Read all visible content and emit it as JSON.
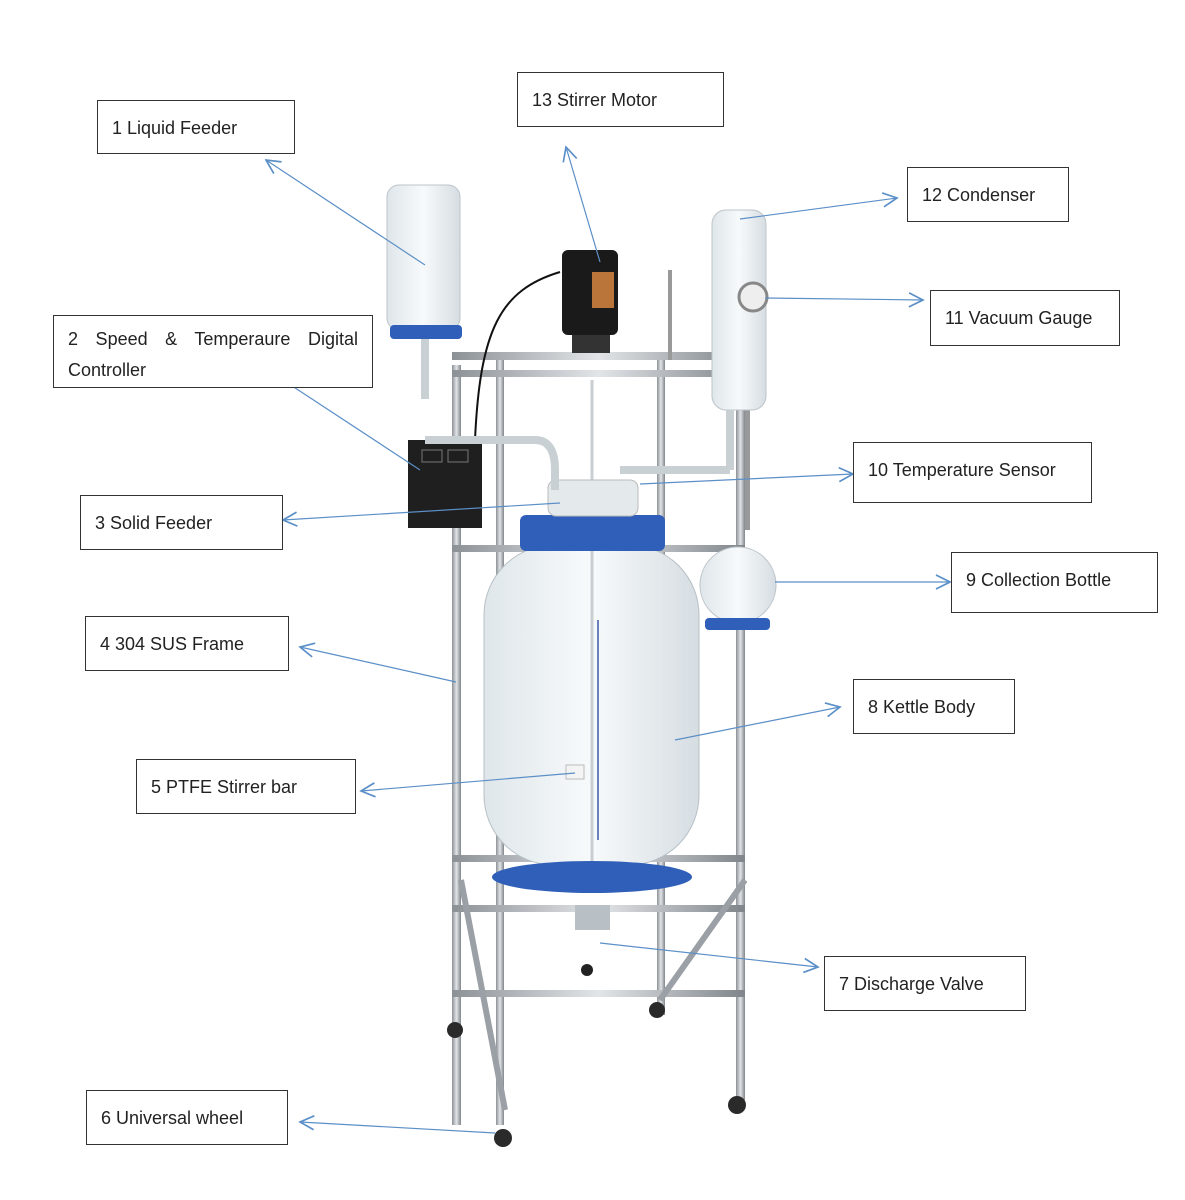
{
  "labels": [
    {
      "id": "liquid-feeder",
      "text": "1 Liquid Feeder"
    },
    {
      "id": "controller",
      "text": "2  Speed  &  Temperaure  Digital Controller"
    },
    {
      "id": "solid-feeder",
      "text": "3 Solid Feeder"
    },
    {
      "id": "frame",
      "text": "4 304 SUS Frame"
    },
    {
      "id": "stirrer-bar",
      "text": "5 PTFE Stirrer bar"
    },
    {
      "id": "universal-wheel",
      "text": "6 Universal wheel"
    },
    {
      "id": "discharge-valve",
      "text": "7 Discharge Valve"
    },
    {
      "id": "kettle-body",
      "text": "8 Kettle Body"
    },
    {
      "id": "collection-bottle",
      "text": "9 Collection Bottle"
    },
    {
      "id": "temperature-sensor",
      "text": "10 Temperature Sensor"
    },
    {
      "id": "vacuum-gauge",
      "text": "11 Vacuum Gauge"
    },
    {
      "id": "condenser",
      "text": "12 Condenser"
    },
    {
      "id": "stirrer-motor",
      "text": "13 Stirrer Motor"
    }
  ],
  "colors": {
    "arrow": "#5b8fc7",
    "flange": "#2f5fb8",
    "frame": "#a9aeb3",
    "motor": "#1a1a1a"
  }
}
